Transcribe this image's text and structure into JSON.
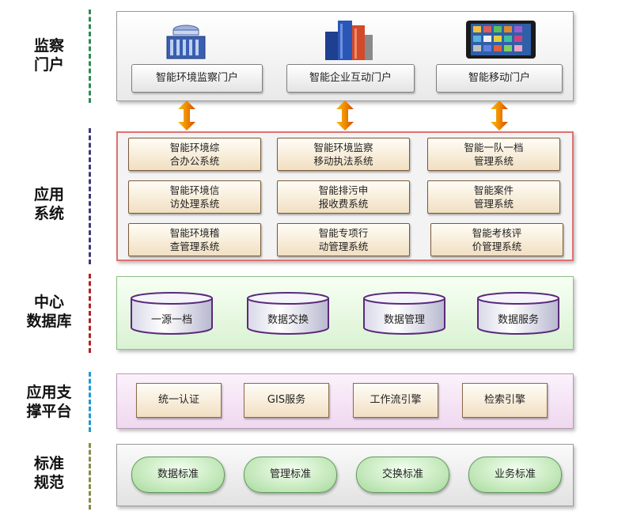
{
  "layers": {
    "portal": {
      "label": "监察\n门户",
      "items": [
        "智能环境监察门户",
        "智能企业互动门户",
        "智能移动门户"
      ]
    },
    "application": {
      "label": "应用\n系统",
      "items": [
        "智能环境综\n合办公系统",
        "智能环境监察\n移动执法系统",
        "智能一队一档\n管理系统",
        "智能环境信\n访处理系统",
        "智能排污申\n报收费系统",
        "智能案件\n管理系统",
        "智能环境稽\n查管理系统",
        "智能专项行\n动管理系统",
        "智能考核评\n价管理系统"
      ]
    },
    "database": {
      "label": "中心\n数据库",
      "items": [
        "一源一档",
        "数据交换",
        "数据管理",
        "数据服务"
      ]
    },
    "support": {
      "label": "应用支\n撑平台",
      "items": [
        "统一认证",
        "GIS服务",
        "工作流引擎",
        "检索引擎"
      ]
    },
    "standards": {
      "label": "标准\n规范",
      "items": [
        "数据标准",
        "管理标准",
        "交换标准",
        "业务标准"
      ]
    }
  },
  "colors": {
    "portal_dash": "#2e8b57",
    "application_dash": "#3b3b7a",
    "database_dash": "#b22222",
    "support_dash": "#1e9ad6",
    "standards_dash": "#7a7a3a"
  }
}
